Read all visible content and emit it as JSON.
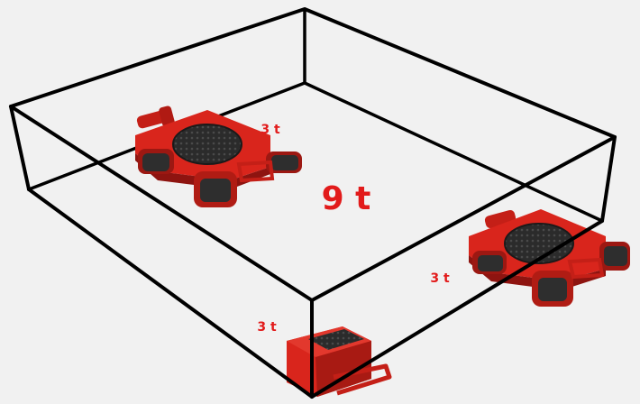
{
  "labels": {
    "total_load": "9 t",
    "skate_capacity_top": "3 t",
    "skate_capacity_right": "3 t",
    "skate_capacity_front": "3 t"
  },
  "colors": {
    "background": "#f1f1f1",
    "box_edges": "#000000",
    "skate_red": "#d9251c",
    "skate_red_dark": "#8e1410",
    "turntable": "#2a2a2a",
    "label_red": "#e21b1b"
  },
  "objects": [
    {
      "kind": "load-box-outline"
    },
    {
      "kind": "steerable-skate-top-left"
    },
    {
      "kind": "steerable-skate-right"
    },
    {
      "kind": "fixed-skate-front"
    }
  ]
}
